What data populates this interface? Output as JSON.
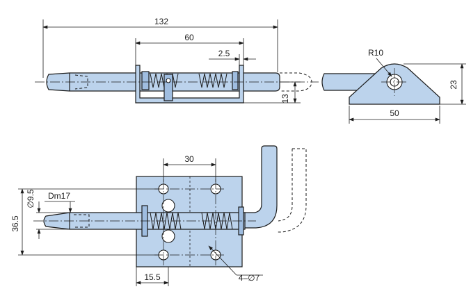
{
  "dimensions": {
    "overall_length": "132",
    "body_length": "60",
    "travel_gap": "2.5",
    "pin_height": "13",
    "radius": "R10",
    "bracket_height": "23",
    "bracket_width": "50",
    "hole_spacing": "30",
    "pin_diameter": "∅9.5",
    "thread": "Dm17",
    "plate_height": "36.5",
    "hole_offset": "15.5",
    "holes": "4–∅7"
  },
  "colors": {
    "part_fill": "#bcd3ec",
    "outline": "#1a1a1a"
  }
}
